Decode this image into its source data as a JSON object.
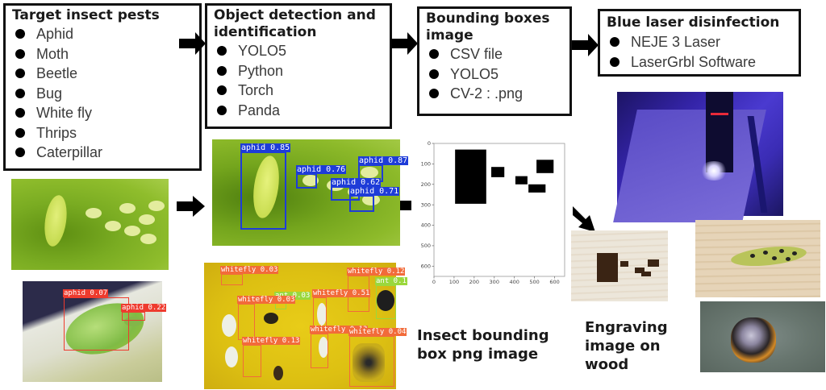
{
  "steps": [
    {
      "title_lines": [
        "Target  insect pests"
      ],
      "items": [
        "Aphid",
        "Moth",
        "Beetle",
        "Bug",
        "White fly",
        "Thrips",
        "Caterpillar"
      ]
    },
    {
      "title_lines": [
        "Object detection and",
        "identification"
      ],
      "items": [
        "YOLO5",
        "Python",
        "Torch",
        "Panda"
      ]
    },
    {
      "title_lines": [
        "Bounding boxes",
        "image"
      ],
      "items": [
        "CSV file",
        "YOLO5",
        "CV-2 : .png"
      ]
    },
    {
      "title_lines": [
        "Blue laser disinfection"
      ],
      "items": [
        "NEJE 3 Laser",
        "LaserGrbl Software"
      ]
    }
  ],
  "captions": {
    "bbox_png": [
      "Insect bounding",
      "box png image"
    ],
    "engraving": [
      "Engraving",
      "image on",
      "wood"
    ]
  },
  "detections": {
    "aphid_leaf": [
      {
        "label": "aphid",
        "score": "0.85",
        "text": "aphid 0.85"
      },
      {
        "label": "aphid",
        "score": "0.76",
        "text": "aphid 0.76"
      },
      {
        "label": "aphid",
        "score": "0.87",
        "text": "aphid 0.87"
      },
      {
        "label": "aphid",
        "score": "0.62",
        "text": "aphid 0.62"
      },
      {
        "label": "aphid",
        "score": "0.71",
        "text": "aphid 0.71"
      }
    ],
    "aphid_closeup": [
      {
        "label": "aphid",
        "score": "0.07",
        "text": "aphid 0.07"
      },
      {
        "label": "aphid",
        "score": "0.22",
        "text": "aphid 0.22"
      }
    ],
    "sticky_trap": [
      {
        "label": "whitefly",
        "score": "0.03",
        "text": "whitefly 0.03"
      },
      {
        "label": "whitefly",
        "score": "0.12",
        "text": "whitefly 0.12"
      },
      {
        "label": "ant",
        "score": "0.1",
        "text": "ant 0.1"
      },
      {
        "label": "ant",
        "score": "0.03",
        "text": "ant 0.03"
      },
      {
        "label": "whitefly",
        "score": "0.51",
        "text": "whitefly 0.51"
      },
      {
        "label": "whitefly",
        "score": "0.03",
        "text": "whitefly 0.03"
      },
      {
        "label": "whitefly",
        "score": "0.13",
        "text": "whitefly 0.13"
      },
      {
        "label": "whitefly",
        "score": "0.04",
        "text": "whitefly 0.04"
      },
      {
        "label": "whitefly",
        "score": "0.13",
        "text": "whitefly 0.13"
      }
    ]
  },
  "colors": {
    "yolo_blue": "#1e3cd8",
    "yolo_red": "#ee3b2e",
    "yolo_orange": "#f26b3a",
    "yolo_lime": "#9ad83c",
    "laser_blue": "#2a1fd0",
    "trap_yellow": "#e3c514",
    "leaf_green": "#7fae1e"
  },
  "chart_data": {
    "type": "bbox-plot",
    "title": "",
    "xlabel": "",
    "ylabel": "",
    "xlim": [
      0,
      650
    ],
    "ylim": [
      650,
      0
    ],
    "xticks": [
      0,
      100,
      200,
      300,
      400,
      500,
      600
    ],
    "yticks": [
      0,
      100,
      200,
      300,
      400,
      500,
      600
    ],
    "grid": false,
    "boxes": [
      {
        "x1": 105,
        "y1": 30,
        "x2": 260,
        "y2": 295
      },
      {
        "x1": 285,
        "y1": 115,
        "x2": 350,
        "y2": 165
      },
      {
        "x1": 405,
        "y1": 160,
        "x2": 465,
        "y2": 200
      },
      {
        "x1": 470,
        "y1": 200,
        "x2": 555,
        "y2": 240
      },
      {
        "x1": 510,
        "y1": 80,
        "x2": 595,
        "y2": 145
      }
    ]
  }
}
